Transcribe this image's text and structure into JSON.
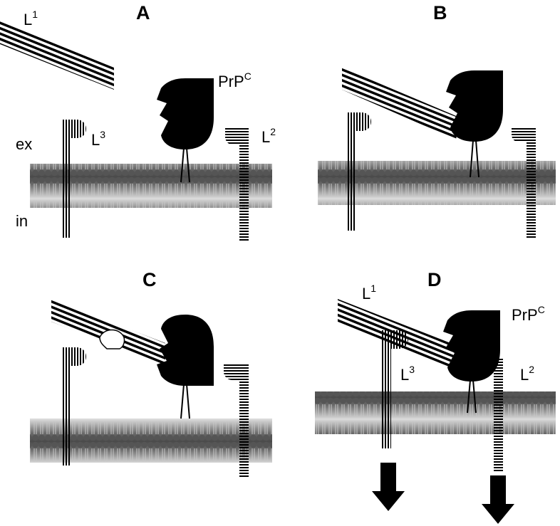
{
  "figure": {
    "panels": [
      {
        "letter": "A",
        "labels": {
          "l1": "L",
          "l1_sup": "1",
          "l2": "L",
          "l2_sup": "2",
          "l3": "L",
          "l3_sup": "3",
          "prp": "PrP",
          "prp_sup": "C",
          "ex": "ex",
          "in": "in"
        }
      },
      {
        "letter": "B"
      },
      {
        "letter": "C"
      },
      {
        "letter": "D",
        "labels": {
          "l1": "L",
          "l1_sup": "1",
          "l2": "L",
          "l2_sup": "2",
          "l3": "L",
          "l3_sup": "3",
          "prp": "PrP",
          "prp_sup": "C"
        }
      }
    ]
  },
  "colors": {
    "ink": "#000000",
    "membrane_dark": "#3a3a3a",
    "membrane_bead": "#555555",
    "membrane_light": "#cfcfcf"
  }
}
